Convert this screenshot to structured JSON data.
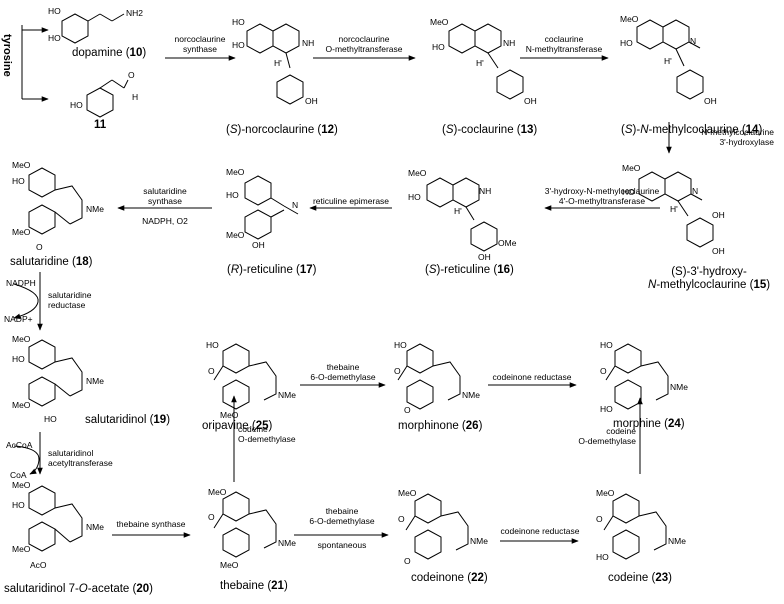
{
  "precursor": "tyrosine",
  "compounds": {
    "c10": {
      "name": "dopamine",
      "num": "10"
    },
    "c11": {
      "name": "",
      "num": "11"
    },
    "c12": {
      "prefix": "(",
      "stereo": "S",
      "suffix": ")-norcoclaurine",
      "num": "12"
    },
    "c13": {
      "prefix": "(",
      "stereo": "S",
      "suffix": ")-coclaurine",
      "num": "13"
    },
    "c14": {
      "prefix": "(",
      "stereo": "S",
      "mid": ")-",
      "ital": "N",
      "suffix": "-methylcoclaurine",
      "num": "14"
    },
    "c15": {
      "line1": "(S)-3'-hydroxy-",
      "line2a": "N",
      "line2b": "-methylcoclaurine",
      "num": "15"
    },
    "c16": {
      "prefix": "(",
      "stereo": "S",
      "suffix": ")-reticuline",
      "num": "16"
    },
    "c17": {
      "prefix": "(",
      "stereo": "R",
      "suffix": ")-reticuline",
      "num": "17"
    },
    "c18": {
      "name": "salutaridine",
      "num": "18"
    },
    "c19": {
      "name": "salutaridinol",
      "num": "19"
    },
    "c20": {
      "name": "salutaridinol 7-",
      "ital": "O",
      "suffix": "-acetate",
      "num": "20"
    },
    "c21": {
      "name": "thebaine",
      "num": "21"
    },
    "c22": {
      "name": "codeinone",
      "num": "22"
    },
    "c23": {
      "name": "codeine",
      "num": "23"
    },
    "c24": {
      "name": "morphine",
      "num": "24"
    },
    "c25": {
      "name": "oripavine",
      "num": "25"
    },
    "c26": {
      "name": "morphinone",
      "num": "26"
    }
  },
  "enzymes": {
    "ncs": [
      "norcoclaurine",
      "synthase"
    ],
    "n6omt": [
      "norcoclaurine",
      "O-methyltransferase"
    ],
    "cnmt": [
      "coclaurine",
      "N-methyltransferase"
    ],
    "nmcoh": [
      "N-methylcoclaurine",
      "3'-hydroxylase"
    ],
    "h4omt": [
      "3'-hydroxy-N-methylcoclaurine",
      "4'-O-methyltransferase"
    ],
    "repi": [
      "reticuline epimerase"
    ],
    "salsyn": [
      "salutaridine",
      "synthase"
    ],
    "salsyn_cof": "NADPH, O2",
    "salr": [
      "salutaridine",
      "reductase"
    ],
    "salat": [
      "salutaridinol",
      "acetyltransferase"
    ],
    "thsyn": [
      "thebaine synthase"
    ],
    "t6odm_top": [
      "thebaine",
      "6-O-demethylase"
    ],
    "t6odm_bot": [
      "thebaine",
      "6-O-demethylase"
    ],
    "spont": "spontaneous",
    "cor_top": [
      "codeinone reductase"
    ],
    "cor_bot": [
      "codeinone reductase"
    ],
    "codm_left": [
      "codeine",
      "O-demethylase"
    ],
    "codm_right": [
      "codeine",
      "O-demethylase"
    ]
  },
  "cofactors": {
    "nadph": "NADPH",
    "nadp": "NADP+",
    "acoa": "AcCoA",
    "coa": "CoA"
  },
  "groups": {
    "OH": "OH",
    "HO": "HO",
    "NH2": "NH2",
    "NH": "NH",
    "MeO": "MeO",
    "OMe": "OMe",
    "H": "H",
    "O": "O",
    "NMe": "NMe",
    "N": "N",
    "AcO": "AcO",
    "Hs": "H'"
  }
}
